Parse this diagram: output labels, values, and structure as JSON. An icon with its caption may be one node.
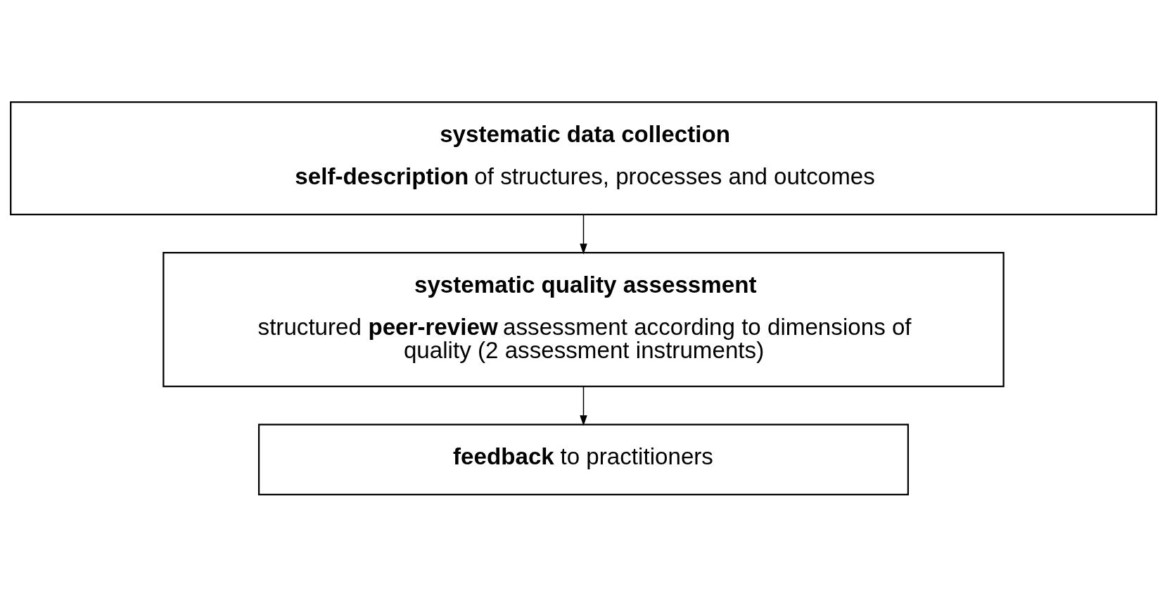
{
  "diagram": {
    "nodes": [
      {
        "text": [
          "systematic data collection",
          "**self-description** of structures, processes and outcomes"
        ]
      },
      {
        "text": [
          "systematic quality assessment",
          "structured **peer-review** assessment according to dimensions of quality (2 assessment instruments)"
        ]
      },
      {
        "text": [
          "**feedback** to practitioners"
        ]
      }
    ],
    "edges": [
      {
        "from": 0,
        "to": 1,
        "arrow": "to"
      },
      {
        "from": 1,
        "to": 2,
        "arrow": "to"
      }
    ]
  }
}
